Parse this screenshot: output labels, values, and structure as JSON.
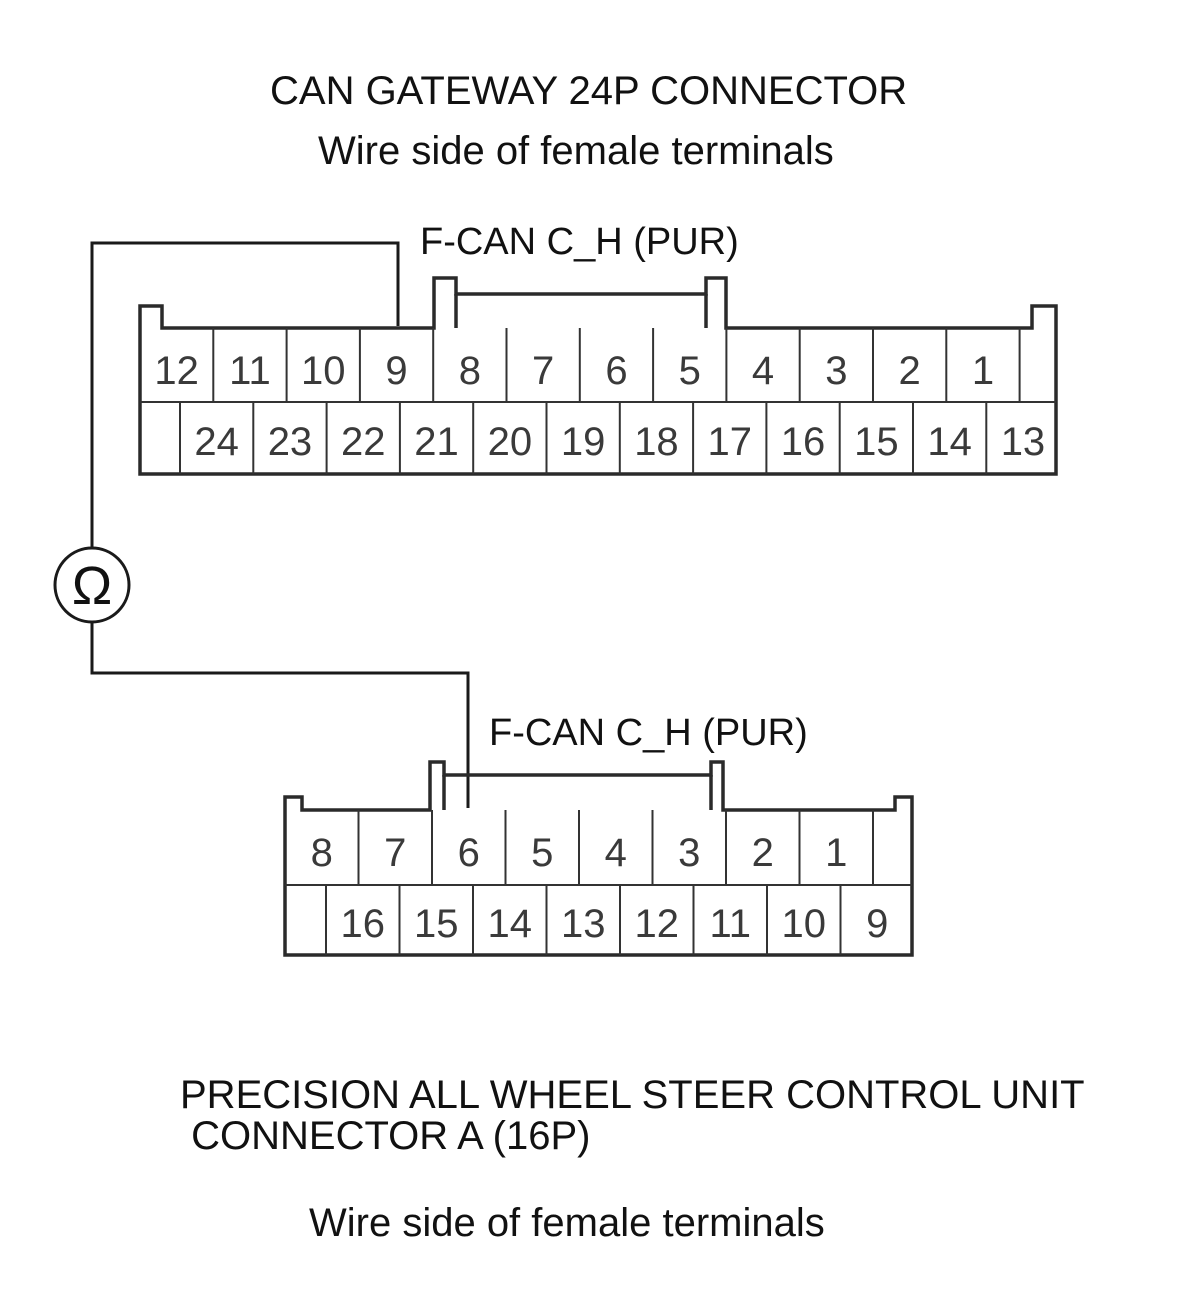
{
  "upper_connector": {
    "title": "CAN GATEWAY 24P CONNECTOR",
    "subtitle": "Wire side of female terminals",
    "wire_label": "F-CAN C_H (PUR)",
    "top_row": [
      "12",
      "11",
      "10",
      "9",
      "8",
      "7",
      "6",
      "5",
      "4",
      "3",
      "2",
      "1"
    ],
    "bottom_row": [
      "24",
      "23",
      "22",
      "21",
      "20",
      "19",
      "18",
      "17",
      "16",
      "15",
      "14",
      "13"
    ]
  },
  "lower_connector": {
    "wire_label": "F-CAN C_H (PUR)",
    "top_row": [
      "8",
      "7",
      "6",
      "5",
      "4",
      "3",
      "2",
      "1"
    ],
    "bottom_row": [
      "16",
      "15",
      "14",
      "13",
      "12",
      "11",
      "10",
      "9"
    ],
    "title_line1": "PRECISION ALL WHEEL STEER CONTROL UNIT",
    "title_line2": " CONNECTOR A (16P)",
    "subtitle": "Wire side of female terminals"
  },
  "meter": {
    "symbol": "Ω",
    "icon": "ohmmeter-icon"
  }
}
